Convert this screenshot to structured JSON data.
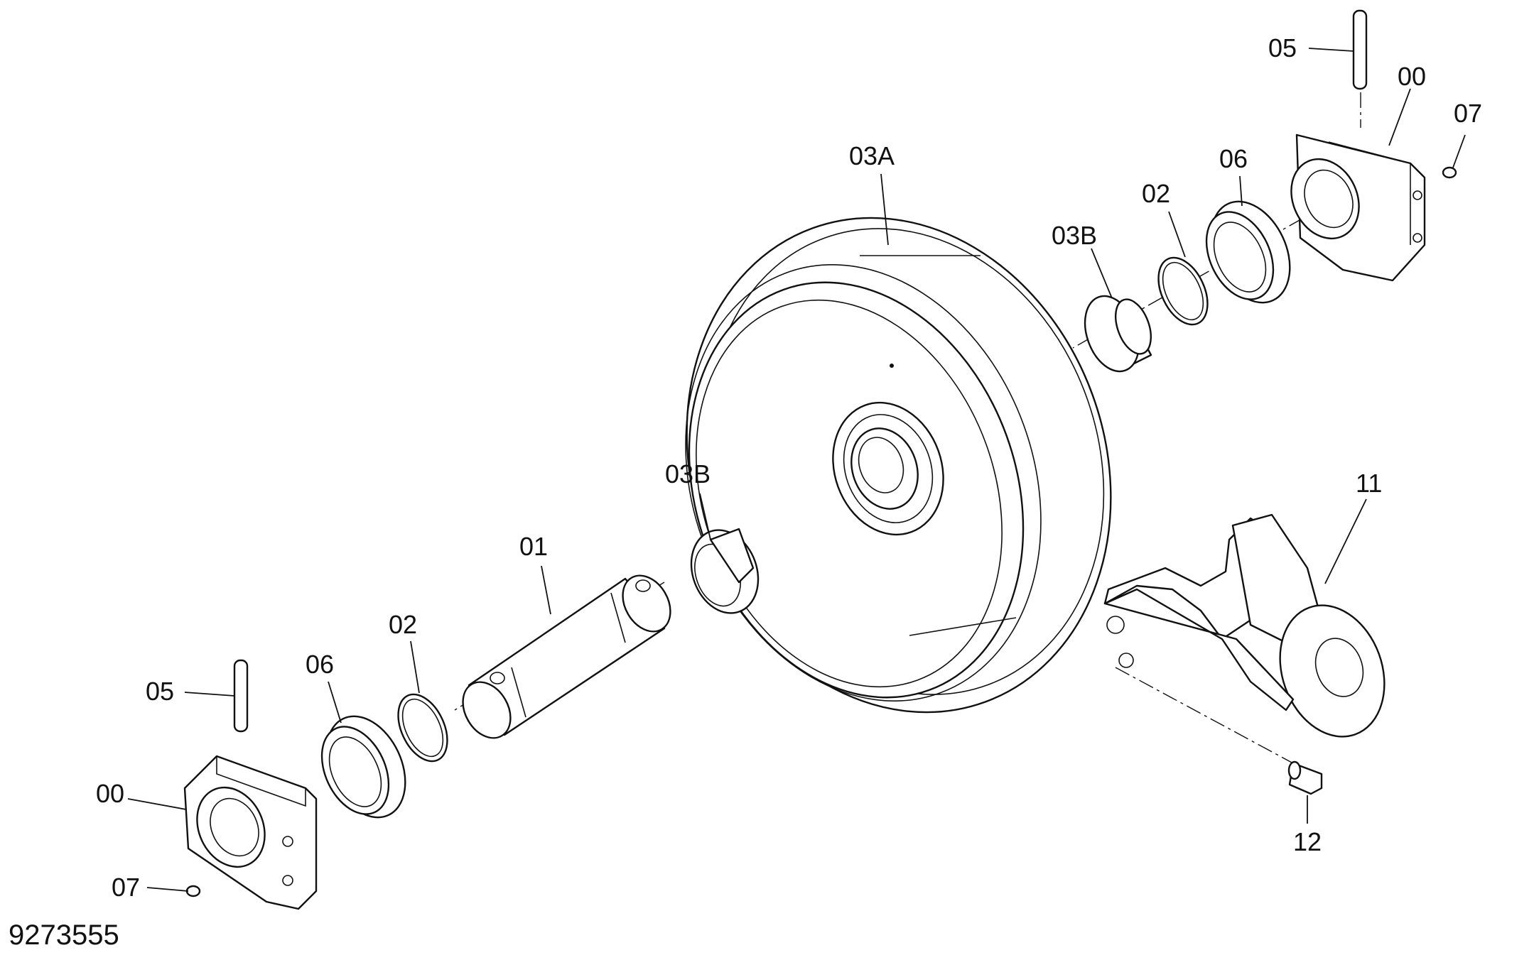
{
  "drawing": {
    "number": "9273555",
    "callouts": {
      "00_top": "00",
      "00_bottom": "00",
      "01": "01",
      "02_top": "02",
      "02_bottom": "02",
      "03A": "03A",
      "03B_top": "03B",
      "03B_bottom": "03B",
      "05_top": "05",
      "05_bottom": "05",
      "06_top": "06",
      "06_bottom": "06",
      "07_top": "07",
      "07_bottom": "07",
      "11": "11",
      "12": "12"
    }
  }
}
